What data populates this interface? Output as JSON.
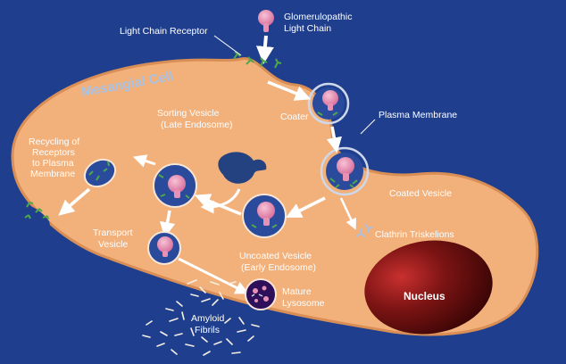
{
  "colors": {
    "background": "#1f3f8e",
    "cell": "#f2b07a",
    "cell_edge": "#d98e55",
    "vesicle_fill": "#2a4a9c",
    "protein": "#e792b4",
    "receptor": "#4fa84a",
    "nucleus": "#5a0b0b",
    "nucleus_core": "#b8262a"
  },
  "labels": {
    "glomerulopathic_line1": "Glomerulopathic",
    "glomerulopathic_line2": "Light Chain",
    "light_chain_receptor": "Light Chain Receptor",
    "mesangial_cell": "Mesangial Cell",
    "sorting_vesicle_line1": "Sorting Vesicle",
    "sorting_vesicle_line2": "(Late Endosome)",
    "coater": "Coater",
    "plasma_membrane": "Plasma Membrane",
    "recycling_line1": "Recycling of",
    "recycling_line2": "Receptors",
    "recycling_line3": "to Plasma",
    "recycling_line4": "Membrane",
    "coated_vesicle": "Coated Vesicle",
    "transport_line1": "Transport",
    "transport_line2": "Vesicle",
    "uncoated_line1": "Uncoated Vesicle",
    "uncoated_line2": "(Early Endosome)",
    "clathrin": "Clathrin Triskelions",
    "mature_line1": "Mature",
    "mature_line2": "Lysosome",
    "nucleus": "Nucleus",
    "amyloid_line1": "Amyloid",
    "amyloid_line2": "Fibrils"
  }
}
